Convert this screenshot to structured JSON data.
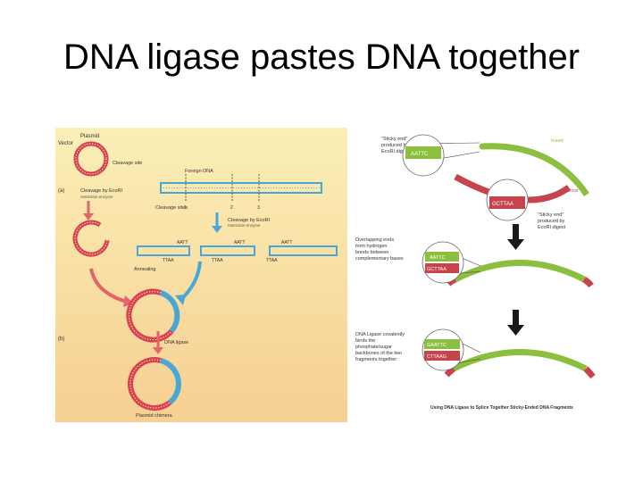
{
  "slide": {
    "title": "DNA ligase pastes DNA together"
  },
  "left_figure": {
    "colors": {
      "bg_top": "#fbefb6",
      "bg_bottom": "#f6cf92",
      "red": "#d9414b",
      "blue": "#4aa6d6",
      "arrow": "#e3646a"
    },
    "labels": {
      "plasmid": "Plasmid",
      "vector": "Vector",
      "cleavage_site": "Cleavage site",
      "foreign_dna": "Foreign DNA",
      "part_a": "(a)",
      "cleavage_ecori": "Cleavage by EcoRI",
      "ecori_sub": "restriction enzyme",
      "cleavage_sites": "Cleavage sites",
      "cleavage_ecori_2": "Cleavage by EcoRI",
      "ecori_sub_2": "restriction enzyme",
      "annealing": "Annealing",
      "part_b": "(b)",
      "dna_ligase": "DNA ligase",
      "plasmid_chimera": "Plasmid chimera",
      "seq_top": "AATT",
      "seq_bottom": "TTAA",
      "site_1": "1",
      "site_2": "2",
      "site_3": "3"
    }
  },
  "right_figure": {
    "colors": {
      "green": "#8cbf3f",
      "red": "#c8444c",
      "arrow": "#1a1a1a"
    },
    "labels": {
      "sticky_end_1": "\"Sticky end\"",
      "produced_by_1": "produced by",
      "ecori_digest_1": "EcoRI digest",
      "insert": "Insert",
      "vector": "Vector",
      "sticky_end_2": "\"Sticky end\"",
      "produced_by_2": "produced by",
      "ecori_digest_2": "EcoRI digest",
      "overlap_1": "Overlapping ends",
      "overlap_2": "form hydrogen",
      "overlap_3": "bonds between",
      "overlap_4": "complementary bases",
      "ligase_1": "DNA Ligase covalently",
      "ligase_2": "binds the",
      "ligase_3": "phosphate/sugar",
      "ligase_4": "backbones of the two",
      "ligase_5": "fragments together",
      "caption": "Using DNA Ligase to Splice Together Sticky-Ended DNA Fragments",
      "seq_top": "AATTC",
      "seq_bottom": "GCTTAA",
      "seq_top_join": "GAATTC",
      "seq_bottom_join": "CTTAAG"
    }
  }
}
